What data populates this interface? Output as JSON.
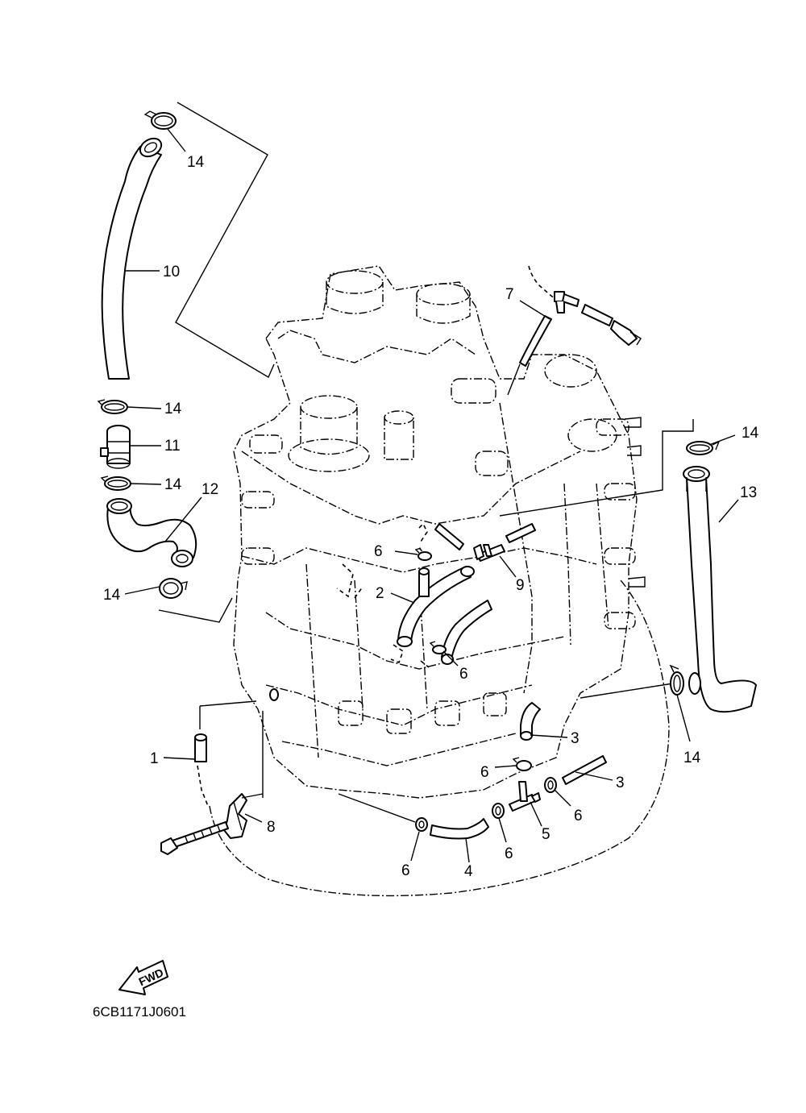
{
  "diagram": {
    "drawing_code": "6CB1171J0601",
    "fwd_label": "FWD",
    "callouts": [
      {
        "id": "1",
        "text": "1"
      },
      {
        "id": "2",
        "text": "2"
      },
      {
        "id": "3a",
        "text": "3"
      },
      {
        "id": "3b",
        "text": "3"
      },
      {
        "id": "4",
        "text": "4"
      },
      {
        "id": "5",
        "text": "5"
      },
      {
        "id": "6a",
        "text": "6"
      },
      {
        "id": "6b",
        "text": "6"
      },
      {
        "id": "6c",
        "text": "6"
      },
      {
        "id": "6d",
        "text": "6"
      },
      {
        "id": "6e",
        "text": "6"
      },
      {
        "id": "6f",
        "text": "6"
      },
      {
        "id": "7",
        "text": "7"
      },
      {
        "id": "8",
        "text": "8"
      },
      {
        "id": "9",
        "text": "9"
      },
      {
        "id": "10",
        "text": "10"
      },
      {
        "id": "11",
        "text": "11"
      },
      {
        "id": "12",
        "text": "12"
      },
      {
        "id": "13",
        "text": "13"
      },
      {
        "id": "14a",
        "text": "14"
      },
      {
        "id": "14b",
        "text": "14"
      },
      {
        "id": "14c",
        "text": "14"
      },
      {
        "id": "14d",
        "text": "14"
      },
      {
        "id": "14e",
        "text": "14"
      },
      {
        "id": "14f",
        "text": "14"
      }
    ]
  }
}
